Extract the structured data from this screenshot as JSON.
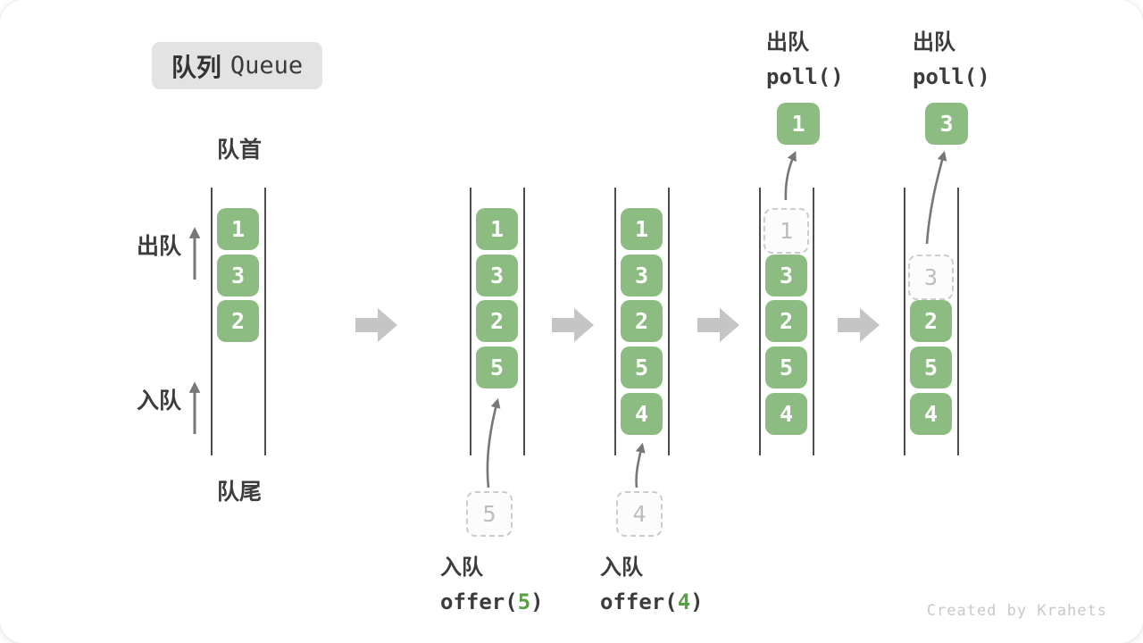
{
  "title": {
    "zh": "队列",
    "en": "Queue"
  },
  "side_labels": {
    "front": "队首",
    "rear": "队尾",
    "dequeue": "出队",
    "enqueue": "入队"
  },
  "queues": [
    {
      "cells": [
        "1",
        "3",
        "2"
      ]
    },
    {
      "cells": [
        "1",
        "3",
        "2",
        "5"
      ],
      "pending": "5",
      "op": {
        "zh": "入队",
        "fn": "offer(",
        "arg": "5",
        "close": ")"
      }
    },
    {
      "cells": [
        "1",
        "3",
        "2",
        "5",
        "4"
      ],
      "pending": "4",
      "op": {
        "zh": "入队",
        "fn": "offer(",
        "arg": "4",
        "close": ")"
      }
    },
    {
      "ghost": "1",
      "cells": [
        "3",
        "2",
        "5",
        "4"
      ],
      "out": "1",
      "op": {
        "zh": "出队",
        "fn": "poll()"
      }
    },
    {
      "ghost": "3",
      "cells": [
        "2",
        "5",
        "4"
      ],
      "out": "3",
      "op": {
        "zh": "出队",
        "fn": "poll()"
      }
    }
  ],
  "icons": {
    "flow_arrow": "right-block-arrow",
    "direction_arrow": "up-arrow"
  },
  "colors": {
    "green": "#8DBC83",
    "green-code": "#5AA046",
    "ink": "#3C3C3C",
    "arrow-dark": "#777777",
    "arrow-light": "#C5C5C5",
    "badge-bg": "#E3E3E3",
    "credit": "#C8C8C8"
  },
  "credit": "Created by Krahets"
}
